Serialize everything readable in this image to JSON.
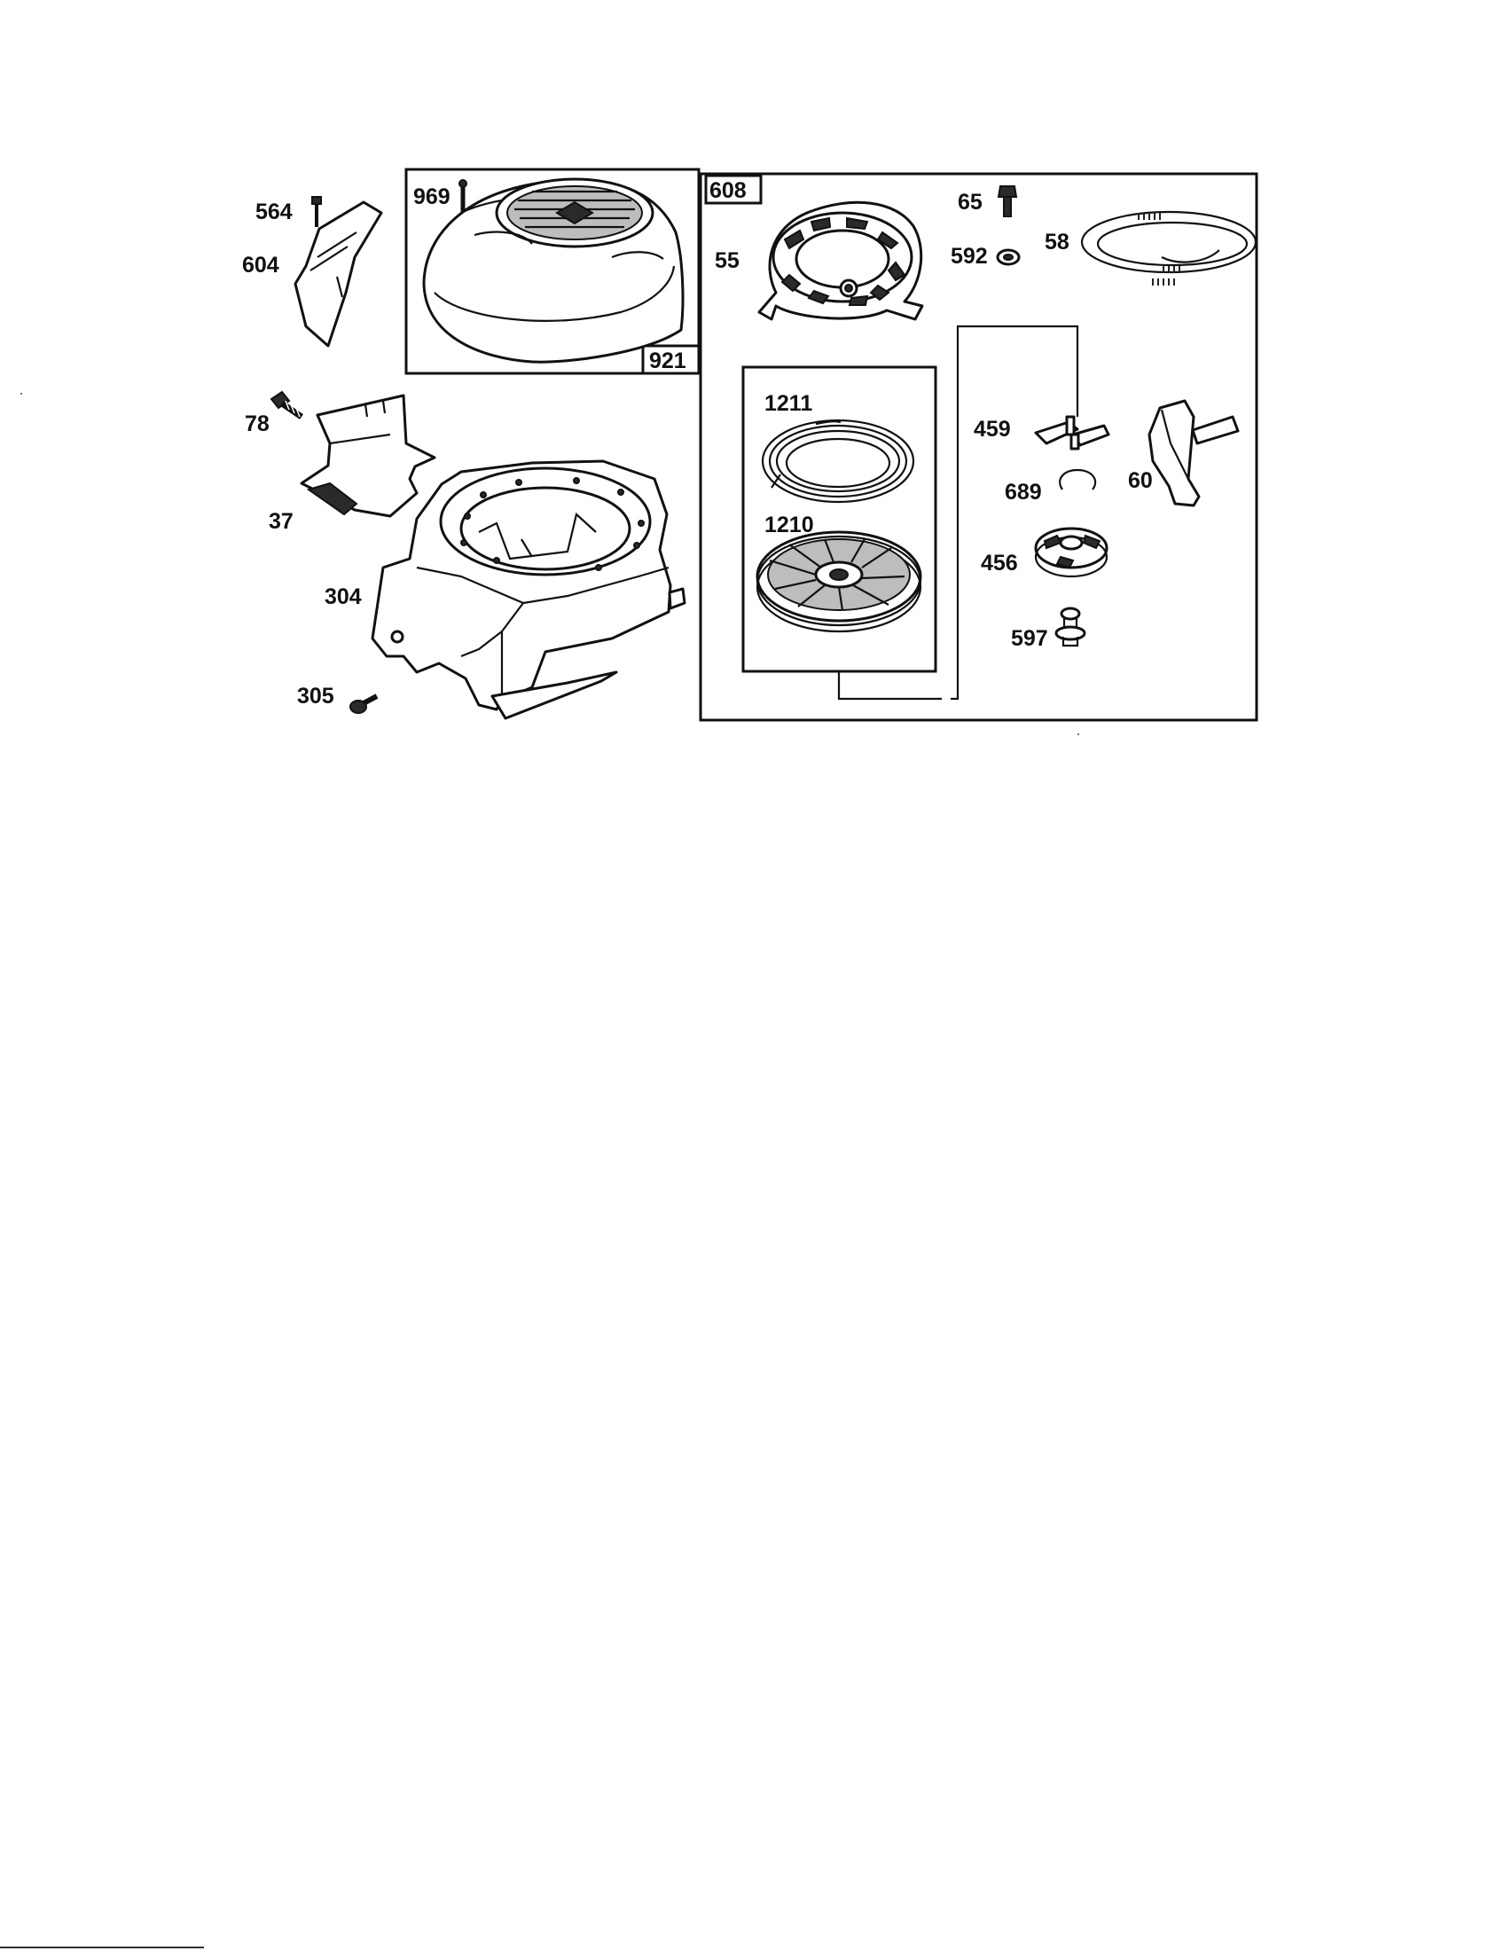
{
  "diagram": {
    "callouts": {
      "p564": "564",
      "p604": "604",
      "p969": "969",
      "p921": "921",
      "p78": "78",
      "p37": "37",
      "p304": "304",
      "p305": "305",
      "p608": "608",
      "p65": "65",
      "p55": "55",
      "p592": "592",
      "p58": "58",
      "p1211": "1211",
      "p1210": "1210",
      "p459": "459",
      "p689": "689",
      "p60": "60",
      "p456": "456",
      "p597": "597"
    }
  }
}
